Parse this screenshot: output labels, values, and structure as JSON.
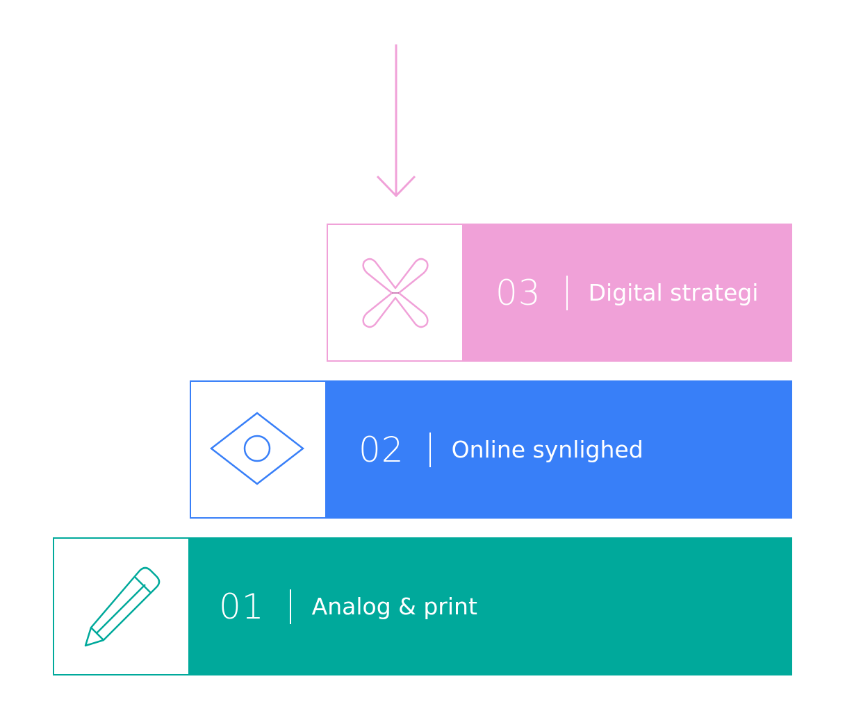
{
  "colors": {
    "pink": "#F0A1D8",
    "blue": "#387FF8",
    "teal": "#00A99B",
    "arrow": "#F0A1D8"
  },
  "steps": [
    {
      "number": "03",
      "label": "Digital strategi",
      "icon": "x-cross-icon",
      "color": "#F0A1D8"
    },
    {
      "number": "02",
      "label": "Online synlighed",
      "icon": "eye-icon",
      "color": "#387FF8"
    },
    {
      "number": "01",
      "label": "Analog & print",
      "icon": "pencil-icon",
      "color": "#00A99B"
    }
  ]
}
